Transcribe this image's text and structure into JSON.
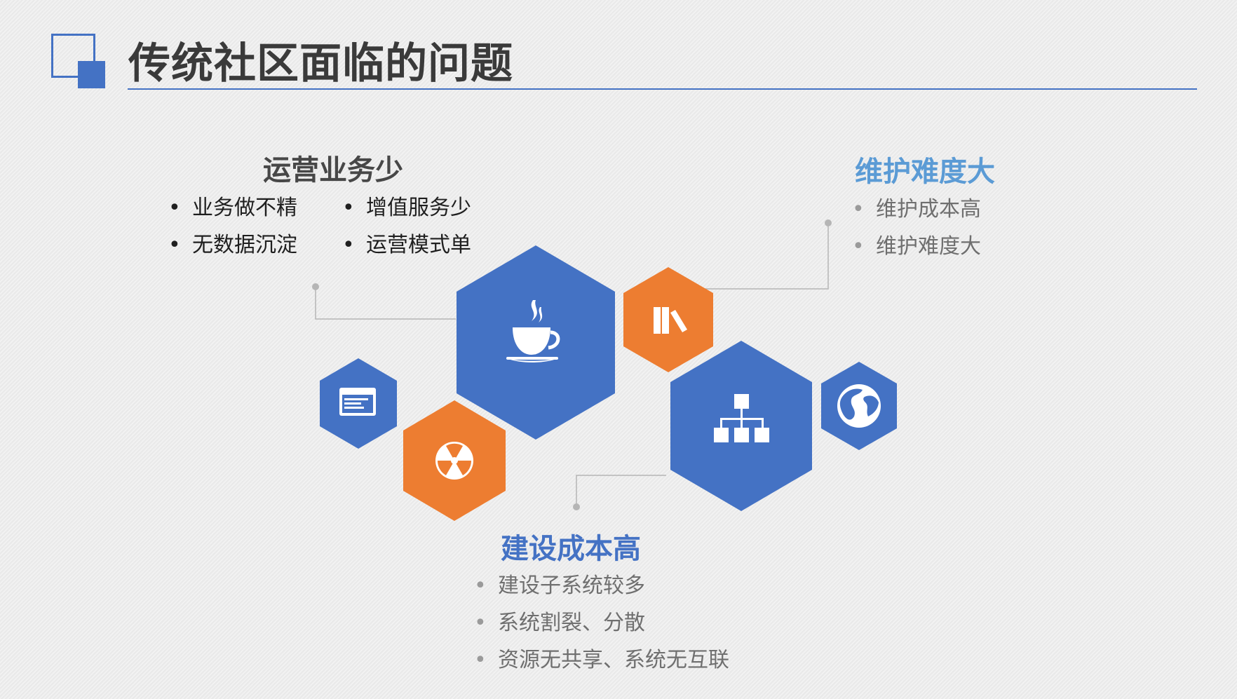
{
  "title": "传统社区面临的问题",
  "sections": {
    "operation": {
      "heading": "运营业务少",
      "items_left": [
        "业务做不精",
        "无数据沉淀"
      ],
      "items_right": [
        "增值服务少",
        "运营模式单"
      ]
    },
    "maintenance": {
      "heading": "维护难度大",
      "items": [
        "维护成本高",
        "维护难度大"
      ]
    },
    "construction": {
      "heading": "建设成本高",
      "items": [
        "建设子系统较多",
        "系统割裂、分散",
        "资源无共享、系统无互联"
      ]
    }
  },
  "hexagons": [
    {
      "name": "coffee-cup",
      "icon": "coffee-cup-icon",
      "color": "#4472c4"
    },
    {
      "name": "books",
      "icon": "books-icon",
      "color": "#ed7d31"
    },
    {
      "name": "web-window",
      "icon": "web-window-icon",
      "color": "#4472c4"
    },
    {
      "name": "radiation",
      "icon": "radiation-icon",
      "color": "#ed7d31"
    },
    {
      "name": "hierarchy",
      "icon": "hierarchy-icon",
      "color": "#4472c4"
    },
    {
      "name": "globe",
      "icon": "globe-icon",
      "color": "#4472c4"
    }
  ],
  "colors": {
    "accent_blue": "#4472c4",
    "accent_orange": "#ed7d31",
    "heading_light_blue": "#5b9bd5"
  }
}
